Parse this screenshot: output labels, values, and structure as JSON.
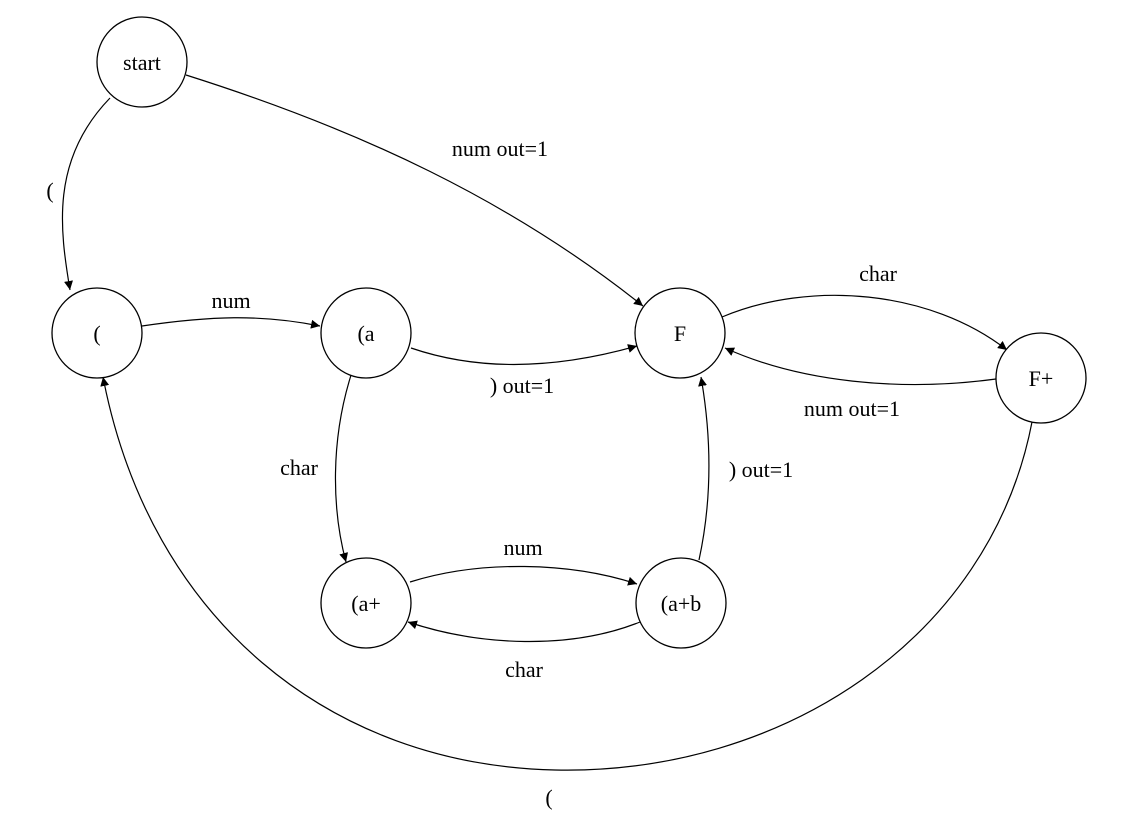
{
  "states": [
    {
      "id": "start",
      "label": "start"
    },
    {
      "id": "open",
      "label": "("
    },
    {
      "id": "a",
      "label": "(a"
    },
    {
      "id": "F",
      "label": "F"
    },
    {
      "id": "Fplus",
      "label": "F+"
    },
    {
      "id": "aplus",
      "label": "(a+"
    },
    {
      "id": "aplusb",
      "label": "(a+b"
    }
  ],
  "transitions": [
    {
      "from": "start",
      "to": "open",
      "label": "("
    },
    {
      "from": "start",
      "to": "F",
      "label": "num out=1"
    },
    {
      "from": "open",
      "to": "a",
      "label": "num"
    },
    {
      "from": "a",
      "to": "F",
      "label": ") out=1"
    },
    {
      "from": "a",
      "to": "aplus",
      "label": "char"
    },
    {
      "from": "F",
      "to": "Fplus",
      "label": "char"
    },
    {
      "from": "Fplus",
      "to": "F",
      "label": "num out=1"
    },
    {
      "from": "aplus",
      "to": "aplusb",
      "label": "num"
    },
    {
      "from": "aplusb",
      "to": "aplus",
      "label": "char"
    },
    {
      "from": "aplusb",
      "to": "F",
      "label": ") out=1"
    },
    {
      "from": "Fplus",
      "to": "open",
      "label": "("
    }
  ]
}
